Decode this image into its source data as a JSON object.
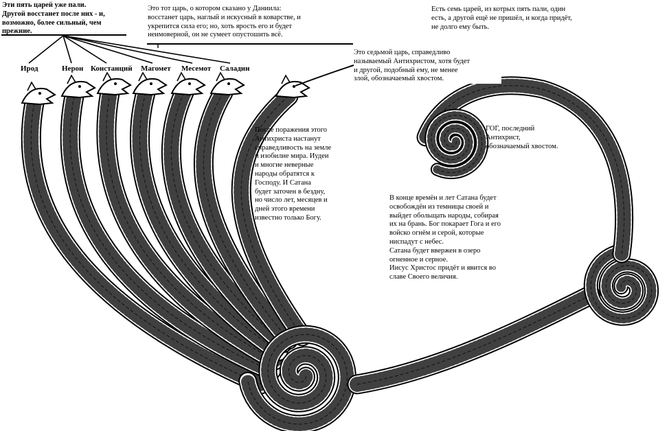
{
  "annotations": {
    "five_kings": "Эти пять царей уже пали.\nДругой восстанет после них - и,\nвозможно, более сильный, чем\nпрежние.",
    "daniel_king": "Это тот царь, о котором сказано у Даниила:\nвосстанет царь, наглый и искусный в коварстве, и\nукрепится сила его; но, хоть ярость его и будет\nнеимоверной, он не сумеет опустошить всё.",
    "seven_kings": "Есть семь царей, из котрых пять пали, один\nесть, а другой ещё не пришёл, и когда придёт,\nне долго ему быть.",
    "seventh_king": "Это седьмой царь, справедливо\nназываемый Антихристом, хотя будет\nи другой, подобный ему, не менее\nзлой, обозначаемый хвостом.",
    "after_defeat": "После поражения этого\nАнтихриста настанут\nсправедливость на земле\nи изобилие мира. Иудеи\nи многие неверные\nнароды обратятся к\nГосподу. И Сатана\nбудет заточен в бездну,\nно число лет, месяцев и\nдней этого времени\nизвестно только Богу.",
    "gog": "ГОГ, последний\nАнтихрист,\nобозначаемый хвостом.",
    "end_times": "В конце времён и лет Сатана будет\nосвобождён из темницы своей и\nвыйдет обольщать народы, собирая\nих на брань. Бог покарает Гога и его\nвойско огнём и серой, которые\nниспадут с небес.\nСатана будет ввержен в озеро\nогненное и серное.\nИисус Христос придёт и явится во\nславе Своего величия."
  },
  "heads": [
    {
      "name": "Ирод"
    },
    {
      "name": "Нерон"
    },
    {
      "name": "Констанций"
    },
    {
      "name": "Магомет"
    },
    {
      "name": "Месемот"
    },
    {
      "name": "Саладин"
    }
  ],
  "colors": {
    "ink": "#000000",
    "paper": "#ffffff"
  }
}
